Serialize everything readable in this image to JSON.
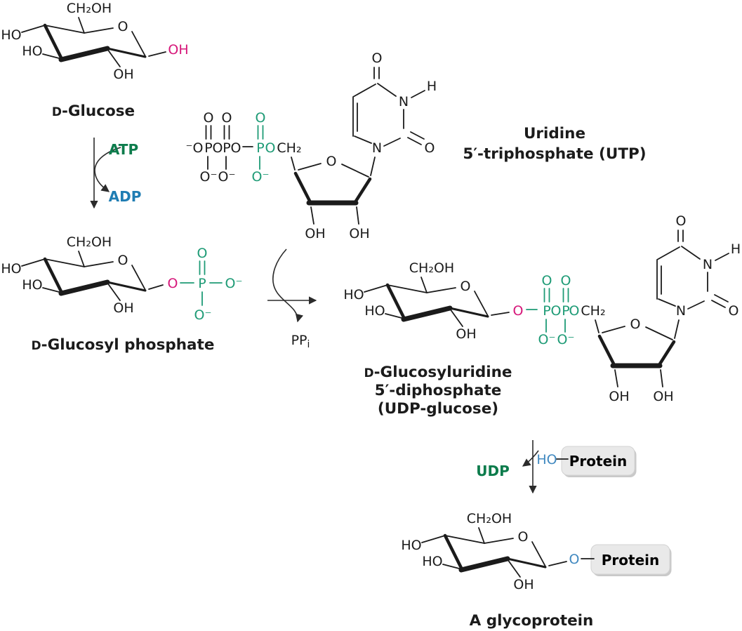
{
  "title": "Glycoprotein synthesis pathway diagram",
  "colors": {
    "black": "#1b1b1b",
    "structure_green": "#1e9b76",
    "structure_magenta": "#d6177a",
    "structure_blue": "#4189c0",
    "label_green": "#0d7c4c",
    "label_blue": "#1f7db3",
    "protein_box_fill": "#e9e9e9",
    "protein_box_shadow": "#c9c9c9"
  },
  "atoms": {
    "ch2oh": "CH₂OH",
    "ch2": "CH₂",
    "ho": "HO",
    "oh": "OH",
    "o": "O",
    "o_minus": "O⁻",
    "neg_o": "⁻O",
    "p": "P",
    "n": "N",
    "h": "H"
  },
  "captions": {
    "d": "D",
    "glucose_rest": "-Glucose",
    "glucosyl_rest": "-Glucosyl phosphate",
    "utp_line1": "Uridine",
    "utp_line2": "5′-triphosphate (UTP)",
    "udpg_line1_rest": "-Glucosyluridine",
    "udpg_line2": "5′-diphosphate",
    "udpg_line3": "(UDP-glucose)",
    "glycoprotein": "A glycoprotein",
    "atp": "ATP",
    "adp": "ADP",
    "udp": "UDP",
    "ppi_main": "PP",
    "ppi_sub": "i",
    "ho_protein": "HO",
    "protein": "Protein"
  }
}
